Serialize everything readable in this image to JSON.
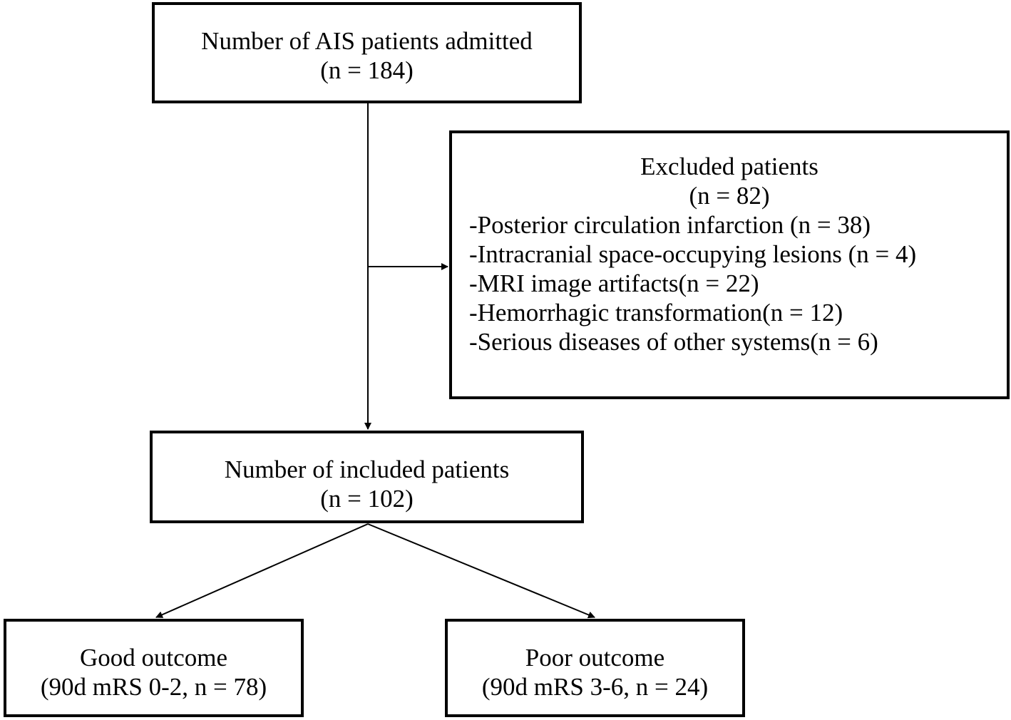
{
  "admitted": {
    "title": "Number of AIS patients admitted",
    "count": "(n = 184)"
  },
  "excluded": {
    "title": "Excluded patients",
    "count": "(n = 82)",
    "reasons": [
      "-Posterior circulation infarction (n = 38)",
      "-Intracranial space-occupying lesions (n = 4)",
      "-MRI image artifacts(n = 22)",
      "-Hemorrhagic transformation(n = 12)",
      "-Serious diseases of other systems(n = 6)"
    ]
  },
  "included": {
    "title": "Number of included patients",
    "count": "(n = 102)"
  },
  "good_outcome": {
    "title": "Good outcome",
    "detail": "(90d mRS 0-2, n = 78)"
  },
  "poor_outcome": {
    "title": "Poor outcome",
    "detail": "(90d mRS 3-6, n = 24)"
  },
  "colors": {
    "stroke": "#000000",
    "background": "#ffffff"
  }
}
